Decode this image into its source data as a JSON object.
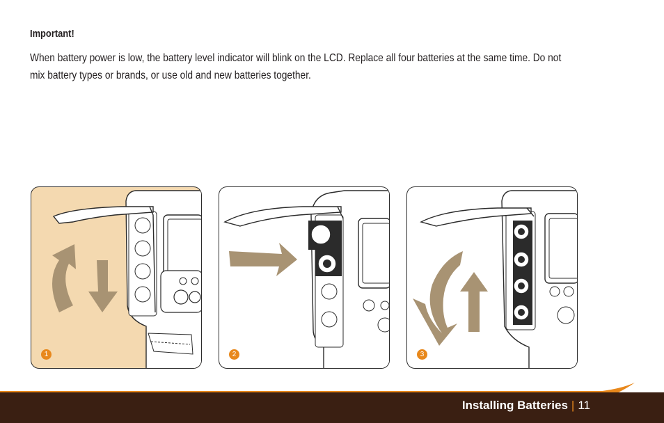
{
  "section": {
    "heading": "Important!",
    "body": "When battery power is low, the battery level indicator will blink on the LCD. Replace all four batteries at the same time. Do not mix battery types or brands, or use old and new batteries together."
  },
  "steps": [
    {
      "number": "1"
    },
    {
      "number": "2"
    },
    {
      "number": "3"
    }
  ],
  "footer": {
    "title": "Installing Batteries",
    "separator": "|",
    "page_number": "11"
  },
  "colors": {
    "accent": "#e8881c",
    "footer_bg": "#3a1f12",
    "panel_1_bg": "#f4d9b0",
    "arrow": "#a89373"
  }
}
